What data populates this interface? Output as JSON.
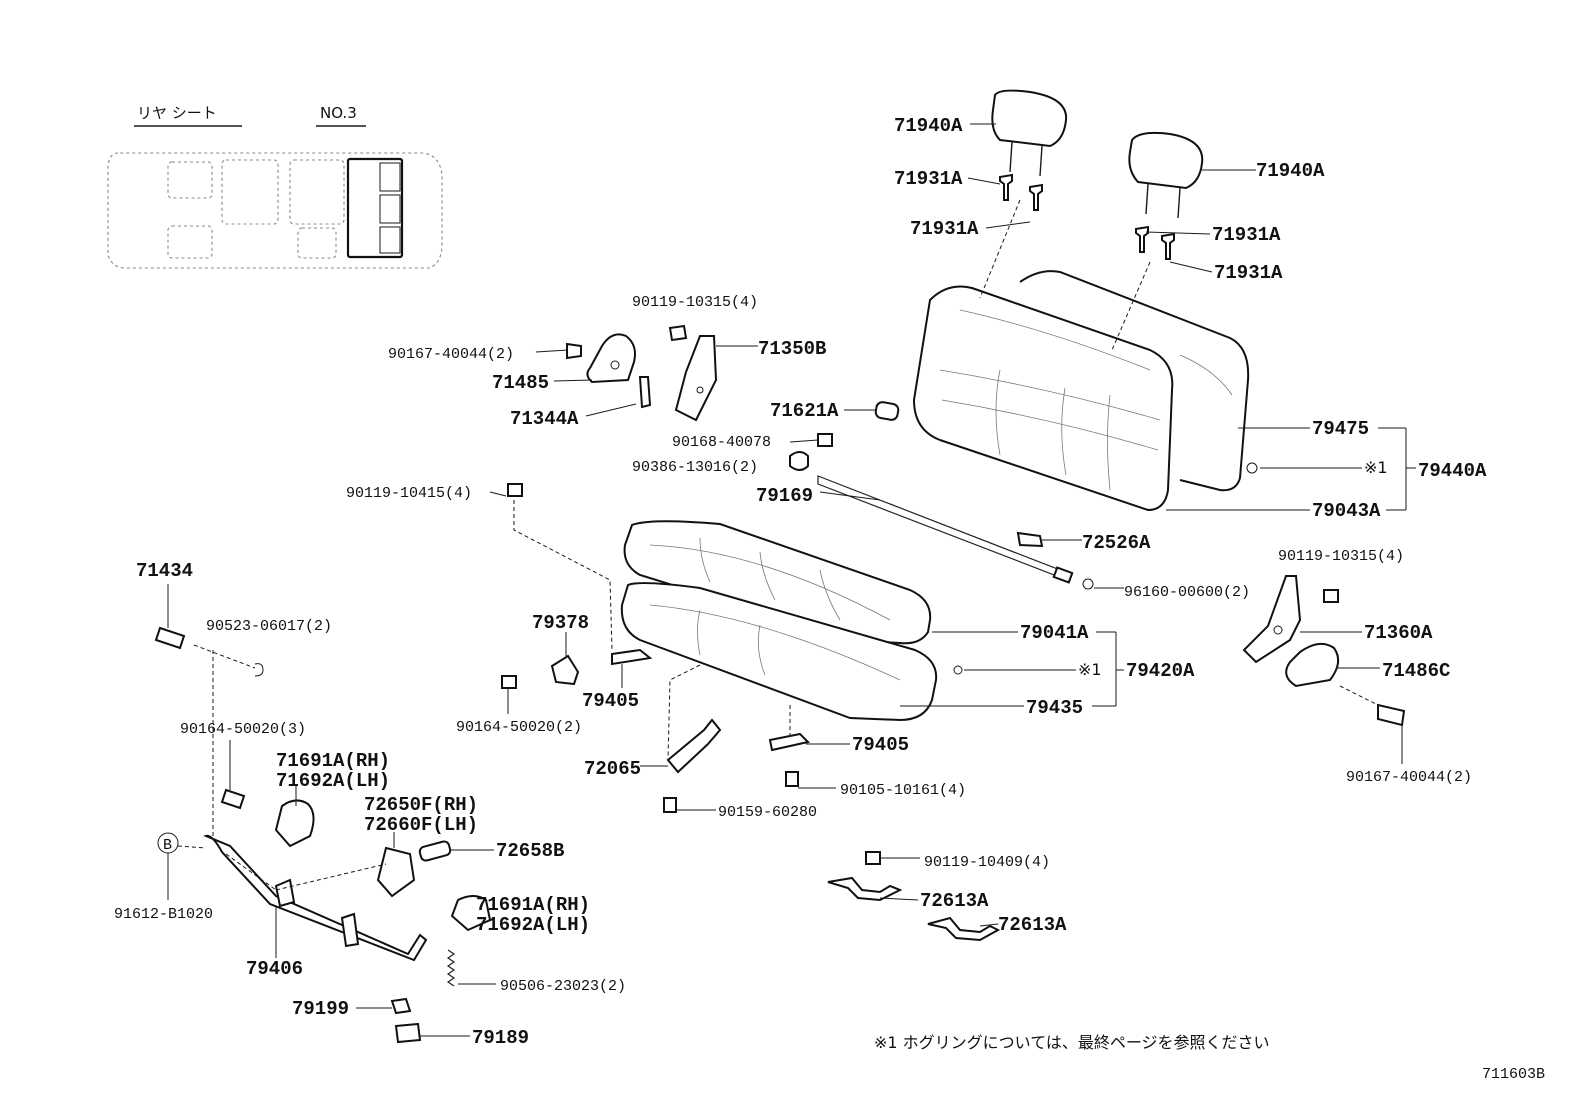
{
  "inset": {
    "title_left": "リヤ シート",
    "title_right": "NO.3"
  },
  "labels": {
    "l71940A_1": "71940A",
    "l71940A_2": "71940A",
    "l71931A_1": "71931A",
    "l71931A_2": "71931A",
    "l71931A_3": "71931A",
    "l71931A_4": "71931A",
    "l90119_10315_4_a": "90119-10315(4)",
    "l90167_40044_2_a": "90167-40044(2)",
    "l71350B": "71350B",
    "l71485": "71485",
    "l71344A": "71344A",
    "l71621A": "71621A",
    "l90168_40078": "90168-40078",
    "l90386_13016_2": "90386-13016(2)",
    "l79169": "79169",
    "l90119_10415_4": "90119-10415(4)",
    "l79475": "79475",
    "l_note_a": "※1",
    "l79440A": "79440A",
    "l79043A": "79043A",
    "l72526A": "72526A",
    "l96160_00600_2": "96160-00600(2)",
    "l90119_10315_4_b": "90119-10315(4)",
    "l71360A": "71360A",
    "l71486C": "71486C",
    "l90167_40044_2_b": "90167-40044(2)",
    "l71434": "71434",
    "l90523_06017_2": "90523-06017(2)",
    "l79378": "79378",
    "l79405_a": "79405",
    "l90164_50020_2": "90164-50020(2)",
    "l79041A": "79041A",
    "l_note_b": "※1",
    "l79420A": "79420A",
    "l79435": "79435",
    "l90164_50020_3": "90164-50020(3)",
    "l71691A_RH_a": "71691A(RH)",
    "l71692A_LH_a": "71692A(LH)",
    "l72065": "72065",
    "l79405_b": "79405",
    "l90105_10161_4": "90105-10161(4)",
    "l90159_60280": "90159-60280",
    "l72650F_RH": "72650F(RH)",
    "l72660F_LH": "72660F(LH)",
    "l72658B": "72658B",
    "l_circle_B": "B",
    "l91612_B1020": "91612-B1020",
    "l90119_10409_4": "90119-10409(4)",
    "l72613A_a": "72613A",
    "l72613A_b": "72613A",
    "l71691A_RH_b": "71691A(RH)",
    "l71692A_LH_b": "71692A(LH)",
    "l79406": "79406",
    "l90506_23023_2": "90506-23023(2)",
    "l79199": "79199",
    "l79189": "79189"
  },
  "footnote": "※1  ホグリングについては、最終ページを参照ください",
  "diagram_code": "711603B"
}
